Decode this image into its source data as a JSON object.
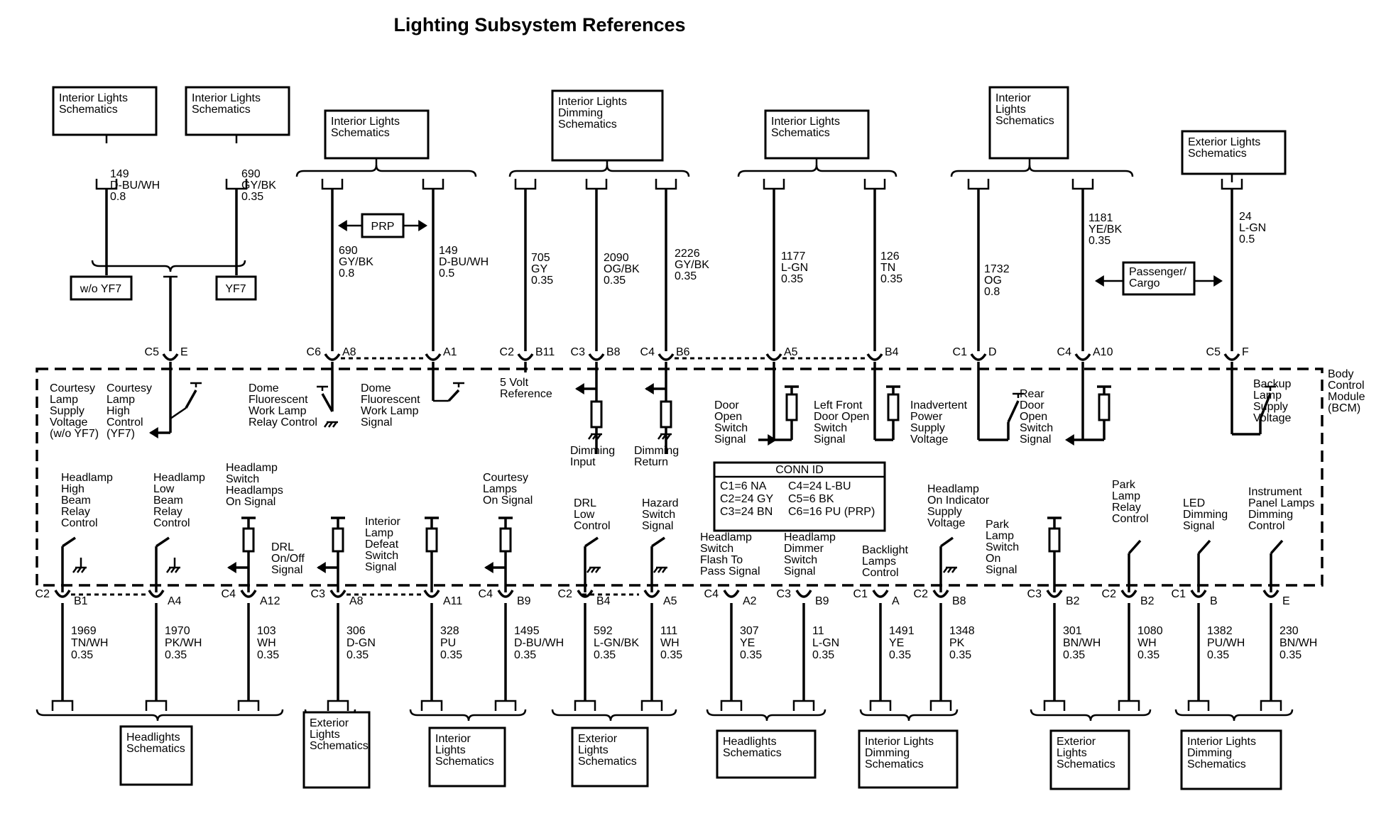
{
  "title": "Lighting Subsystem References",
  "module": {
    "lines": [
      "Body",
      "Control",
      "Module",
      "(BCM)"
    ]
  },
  "top_boxes": [
    {
      "id": "t1",
      "lines": [
        "Interior Lights",
        "Schematics"
      ]
    },
    {
      "id": "t2",
      "lines": [
        "Interior Lights",
        "Schematics"
      ]
    },
    {
      "id": "t3",
      "lines": [
        "Interior Lights",
        "Schematics"
      ]
    },
    {
      "id": "t4",
      "lines": [
        "Interior Lights",
        "Dimming",
        "Schematics"
      ]
    },
    {
      "id": "t5",
      "lines": [
        "Interior Lights",
        "Schematics"
      ]
    },
    {
      "id": "t6",
      "lines": [
        "Interior",
        "Lights",
        "Schematics"
      ]
    },
    {
      "id": "t7",
      "lines": [
        "Exterior Lights",
        "Schematics"
      ]
    }
  ],
  "bottom_boxes": [
    {
      "id": "b1",
      "lines": [
        "Headlights",
        "Schematics"
      ]
    },
    {
      "id": "b2",
      "lines": [
        "Exterior",
        "Lights",
        "Schematics"
      ]
    },
    {
      "id": "b3",
      "lines": [
        "Interior",
        "Lights",
        "Schematics"
      ]
    },
    {
      "id": "b4",
      "lines": [
        "Exterior",
        "Lights",
        "Schematics"
      ]
    },
    {
      "id": "b5",
      "lines": [
        "Headlights",
        "Schematics"
      ]
    },
    {
      "id": "b6",
      "lines": [
        "Interior Lights",
        "Dimming",
        "Schematics"
      ]
    },
    {
      "id": "b7",
      "lines": [
        "Exterior",
        "Lights",
        "Schematics"
      ]
    },
    {
      "id": "b8",
      "lines": [
        "Interior Lights",
        "Dimming",
        "Schematics"
      ]
    }
  ],
  "option_labels": [
    "w/o YF7",
    "YF7",
    "PRP",
    "Passenger/ Cargo"
  ],
  "passenger_cargo": [
    "Passenger/",
    "Cargo"
  ],
  "top_wires": [
    {
      "id": "w1",
      "circuit": [
        "149",
        "D-BU/WH",
        "0.8"
      ]
    },
    {
      "id": "w2",
      "circuit": [
        "690",
        "GY/BK",
        "0.35"
      ]
    },
    {
      "id": "w3",
      "circuit": [
        "690",
        "GY/BK",
        "0.8"
      ],
      "conn": "C6",
      "pin": "A8"
    },
    {
      "id": "w4",
      "circuit": [
        "149",
        "D-BU/WH",
        "0.5"
      ],
      "conn": "",
      "pin": "A1"
    },
    {
      "id": "w5",
      "circuit": [
        "705",
        "GY",
        "0.35"
      ],
      "conn": "C2",
      "pin": "B11"
    },
    {
      "id": "w6",
      "circuit": [
        "2090",
        "OG/BK",
        "0.35"
      ],
      "conn": "C3",
      "pin": "B8"
    },
    {
      "id": "w7",
      "circuit": [
        "2226",
        "GY/BK",
        "0.35"
      ],
      "conn": "C4",
      "pin": "B6"
    },
    {
      "id": "w8",
      "circuit": [
        "1177",
        "L-GN",
        "0.35"
      ],
      "conn": "",
      "pin": "A5"
    },
    {
      "id": "w9",
      "circuit": [
        "126",
        "TN",
        "0.35"
      ],
      "conn": "",
      "pin": "B4"
    },
    {
      "id": "w10",
      "circuit": [
        "1732",
        "OG",
        "0.8"
      ],
      "conn": "C1",
      "pin": "D"
    },
    {
      "id": "w11",
      "circuit": [
        "1181",
        "YE/BK",
        "0.35"
      ],
      "conn": "C4",
      "pin": "A10"
    },
    {
      "id": "w12",
      "circuit": [
        "24",
        "L-GN",
        "0.5"
      ],
      "conn": "C5",
      "pin": "F"
    },
    {
      "id": "w0",
      "circuit": [],
      "conn": "C5",
      "pin": "E"
    }
  ],
  "top_functions": [
    {
      "id": "f1",
      "lines": [
        "Courtesy",
        "Lamp",
        "Supply",
        "Voltage",
        "(w/o YF7)"
      ]
    },
    {
      "id": "f2",
      "lines": [
        "Courtesy",
        "Lamp",
        "High",
        "Control",
        "(YF7)"
      ]
    },
    {
      "id": "f3",
      "lines": [
        "Dome",
        "Fluorescent",
        "Work Lamp",
        "Relay Control"
      ]
    },
    {
      "id": "f4",
      "lines": [
        "Dome",
        "Fluorescent",
        "Work Lamp",
        "Signal"
      ]
    },
    {
      "id": "f5",
      "lines": [
        "5 Volt",
        "Reference"
      ]
    },
    {
      "id": "f6",
      "lines": [
        "Dimming",
        "Input"
      ]
    },
    {
      "id": "f7",
      "lines": [
        "Dimming",
        "Return"
      ]
    },
    {
      "id": "f8",
      "lines": [
        "Door",
        "Open",
        "Switch",
        "Signal"
      ]
    },
    {
      "id": "f9",
      "lines": [
        "Left Front",
        "Door Open",
        "Switch",
        "Signal"
      ]
    },
    {
      "id": "f10",
      "lines": [
        "Inadvertent",
        "Power",
        "Supply",
        "Voltage"
      ]
    },
    {
      "id": "f11",
      "lines": [
        "Rear",
        "Door",
        "Open",
        "Switch",
        "Signal"
      ]
    },
    {
      "id": "f12",
      "lines": [
        "Backup",
        "Lamp",
        "Supply",
        "Voltage"
      ]
    }
  ],
  "conn_id": {
    "title": "CONN ID",
    "rows": [
      [
        "C1=6 NA",
        "C4=24 L-BU"
      ],
      [
        "C2=24 GY",
        "C5=6 BK"
      ],
      [
        "C3=24 BN",
        "C6=16 PU (PRP)"
      ]
    ]
  },
  "bottom_functions": [
    {
      "id": "g1",
      "lines": [
        "Headlamp",
        "High",
        "Beam",
        "Relay",
        "Control"
      ]
    },
    {
      "id": "g2",
      "lines": [
        "Headlamp",
        "Low",
        "Beam",
        "Relay",
        "Control"
      ]
    },
    {
      "id": "g3",
      "lines": [
        "Headlamp",
        "Switch",
        "Headlamps",
        "On Signal"
      ]
    },
    {
      "id": "g4",
      "lines": [
        "DRL",
        "On/Off",
        "Signal"
      ]
    },
    {
      "id": "g5",
      "lines": [
        "Interior",
        "Lamp",
        "Defeat",
        "Switch",
        "Signal"
      ]
    },
    {
      "id": "g6",
      "lines": [
        "Courtesy",
        "Lamps",
        "On Signal"
      ]
    },
    {
      "id": "g7",
      "lines": [
        "DRL",
        "Low",
        "Control"
      ]
    },
    {
      "id": "g8",
      "lines": [
        "Hazard",
        "Switch",
        "Signal"
      ]
    },
    {
      "id": "g9",
      "lines": [
        "Headlamp",
        "Switch",
        "Flash To",
        "Pass Signal"
      ]
    },
    {
      "id": "g10",
      "lines": [
        "Headlamp",
        "Dimmer",
        "Switch",
        "Signal"
      ]
    },
    {
      "id": "g11",
      "lines": [
        "Backlight",
        "Lamps",
        "Control"
      ]
    },
    {
      "id": "g12",
      "lines": [
        "Headlamp",
        "On Indicator",
        "Supply",
        "Voltage"
      ]
    },
    {
      "id": "g13",
      "lines": [
        "Park",
        "Lamp",
        "Switch",
        "On",
        "Signal"
      ]
    },
    {
      "id": "g14",
      "lines": [
        "Park",
        "Lamp",
        "Relay",
        "Control"
      ]
    },
    {
      "id": "g15",
      "lines": [
        "LED",
        "Dimming",
        "Signal"
      ]
    },
    {
      "id": "g16",
      "lines": [
        "Instrument",
        "Panel Lamps",
        "Dimming",
        "Control"
      ]
    }
  ],
  "bottom_wires": [
    {
      "id": "h1",
      "conn": "C2",
      "pin": "B1",
      "circuit": [
        "1969",
        "TN/WH",
        "0.35"
      ]
    },
    {
      "id": "h2",
      "conn": "",
      "pin": "A4",
      "circuit": [
        "1970",
        "PK/WH",
        "0.35"
      ]
    },
    {
      "id": "h3",
      "conn": "C4",
      "pin": "A12",
      "circuit": [
        "103",
        "WH",
        "0.35"
      ]
    },
    {
      "id": "h4",
      "conn": "C3",
      "pin": "A8",
      "circuit": [
        "306",
        "D-GN",
        "0.35"
      ]
    },
    {
      "id": "h5",
      "conn": "",
      "pin": "A11",
      "circuit": [
        "328",
        "PU",
        "0.35"
      ]
    },
    {
      "id": "h6",
      "conn": "C4",
      "pin": "B9",
      "circuit": [
        "1495",
        "D-BU/WH",
        "0.35"
      ]
    },
    {
      "id": "h7",
      "conn": "C2",
      "pin": "B4",
      "circuit": [
        "592",
        "L-GN/BK",
        "0.35"
      ]
    },
    {
      "id": "h8",
      "conn": "",
      "pin": "A5",
      "circuit": [
        "111",
        "WH",
        "0.35"
      ]
    },
    {
      "id": "h9",
      "conn": "C4",
      "pin": "A2",
      "circuit": [
        "307",
        "YE",
        "0.35"
      ]
    },
    {
      "id": "h10",
      "conn": "C3",
      "pin": "B9",
      "circuit": [
        "11",
        "L-GN",
        "0.35"
      ]
    },
    {
      "id": "h11",
      "conn": "C1",
      "pin": "A",
      "circuit": [
        "1491",
        "YE",
        "0.35"
      ]
    },
    {
      "id": "h12",
      "conn": "C2",
      "pin": "B8",
      "circuit": [
        "1348",
        "PK",
        "0.35"
      ]
    },
    {
      "id": "h13",
      "conn": "C3",
      "pin": "B2",
      "circuit": [
        "301",
        "BN/WH",
        "0.35"
      ]
    },
    {
      "id": "h14",
      "conn": "C2",
      "pin": "B2",
      "circuit": [
        "1080",
        "WH",
        "0.35"
      ]
    },
    {
      "id": "h15",
      "conn": "C1",
      "pin": "B",
      "circuit": [
        "1382",
        "PU/WH",
        "0.35"
      ]
    },
    {
      "id": "h16",
      "conn": "",
      "pin": "E",
      "circuit": [
        "230",
        "BN/WH",
        "0.35"
      ]
    }
  ]
}
